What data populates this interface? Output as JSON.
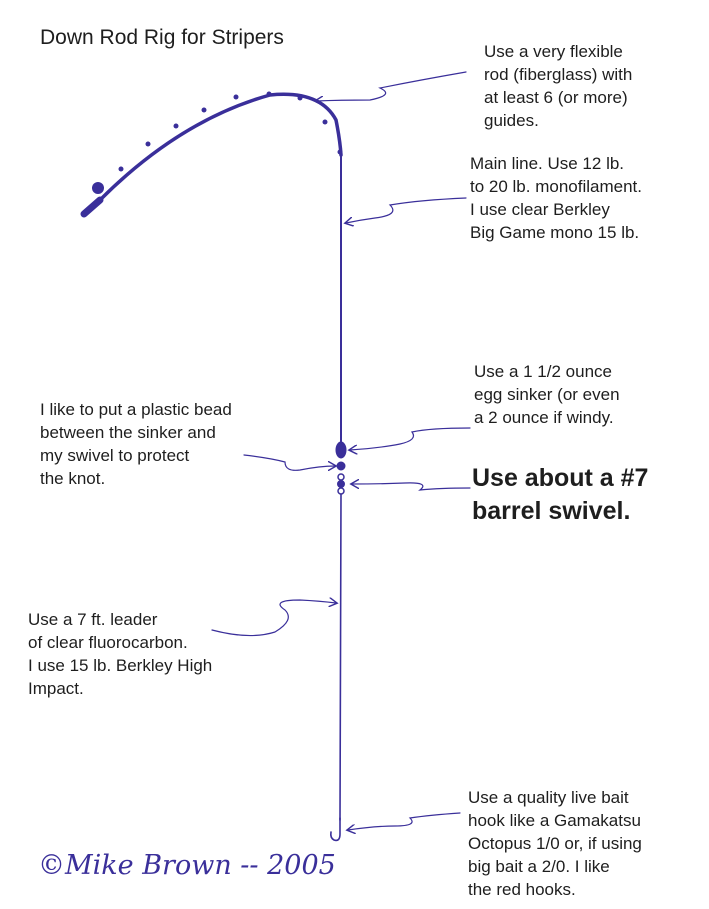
{
  "title": "Down Rod Rig for Stripers",
  "notes": {
    "rod": "Use a very flexible\nrod (fiberglass) with\nat least 6 (or more)\nguides.",
    "main_line": "Main line.  Use 12 lb.\nto 20 lb. monofilament.\nI use clear Berkley\nBig Game mono 15 lb.",
    "sinker": "Use a 1 1/2 ounce\negg sinker (or even\na 2 ounce if windy.",
    "bead": "I like to put a plastic bead\nbetween the sinker and\nmy swivel to protect\nthe knot.",
    "swivel": "Use about a #7\nbarrel swivel.",
    "leader": "Use a 7 ft. leader\nof clear fluorocarbon.\nI use 15 lb. Berkley High\nImpact.",
    "hook": "Use a quality live bait\nhook like a Gamakatsu\nOctopus 1/0 or, if using\nbig bait a 2/0.  I like\nthe red hooks."
  },
  "signature": "©Mike Brown -- 2005",
  "colors": {
    "ink": "#3a2f9a",
    "text": "#1e1e1e"
  }
}
